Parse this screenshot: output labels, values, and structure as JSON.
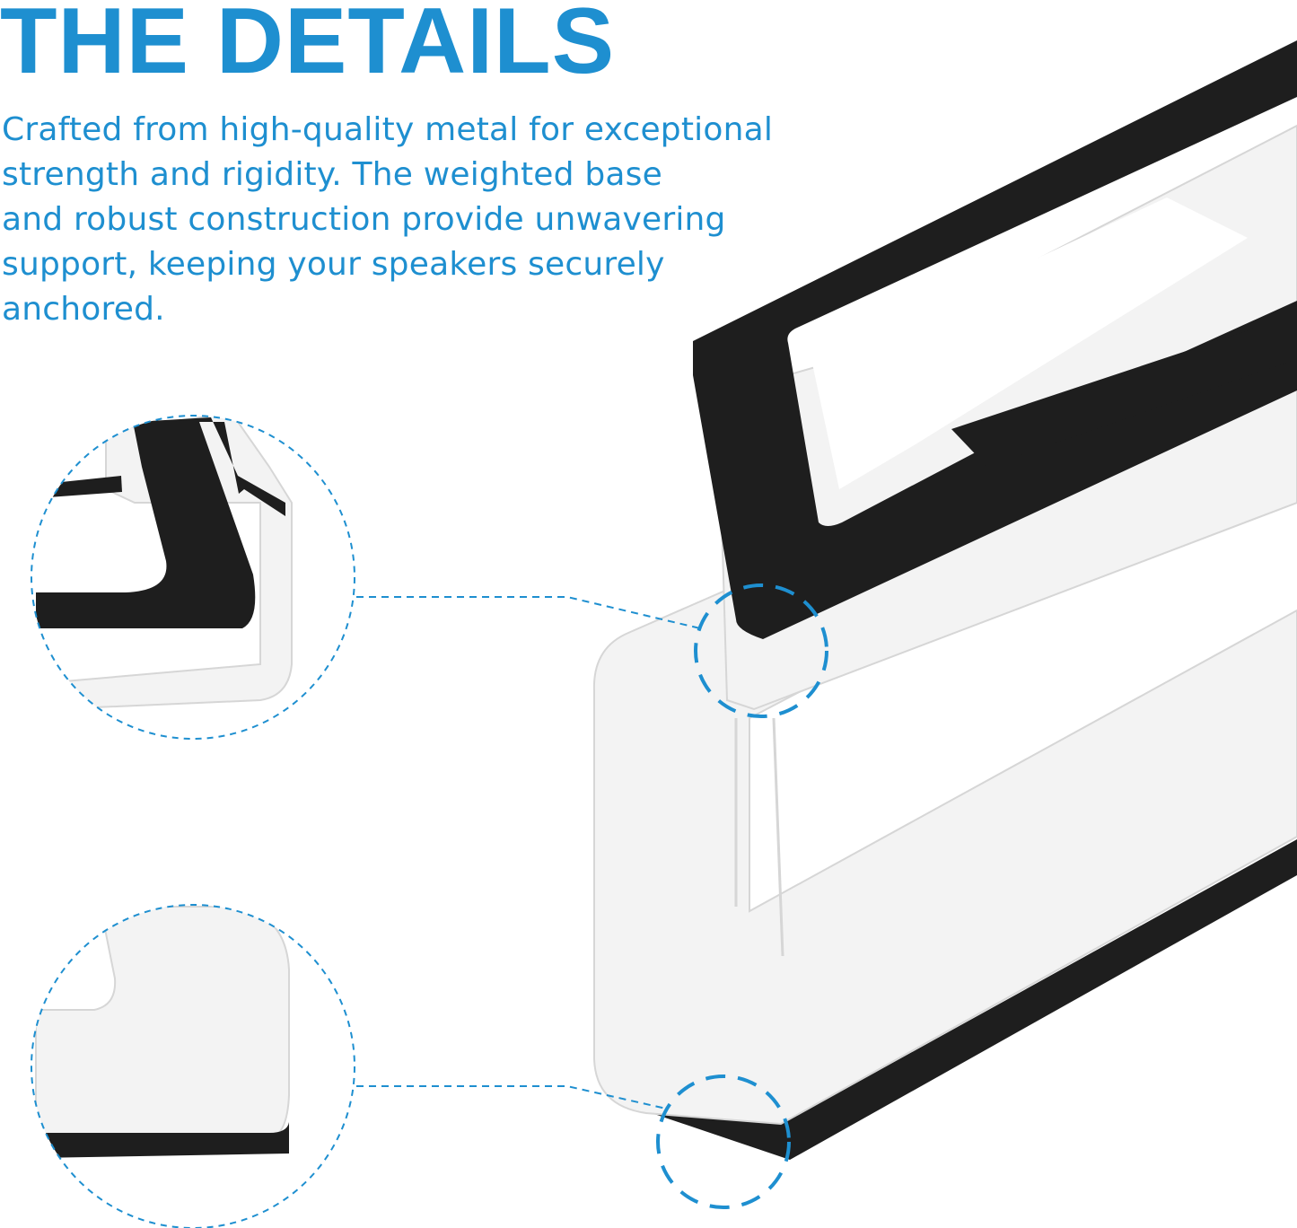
{
  "headline": "THE DETAILS",
  "description_lines": [
    "Crafted from high-quality metal for exceptional",
    "strength and rigidity. The weighted base",
    "and robust construction provide unwavering",
    "support, keeping your speakers securely",
    "anchored."
  ],
  "colors": {
    "accent": "#1e8fd0",
    "foam": "#1e1e1e",
    "metal": "#f3f3f3",
    "metal_shadow": "#d6d6d6"
  }
}
